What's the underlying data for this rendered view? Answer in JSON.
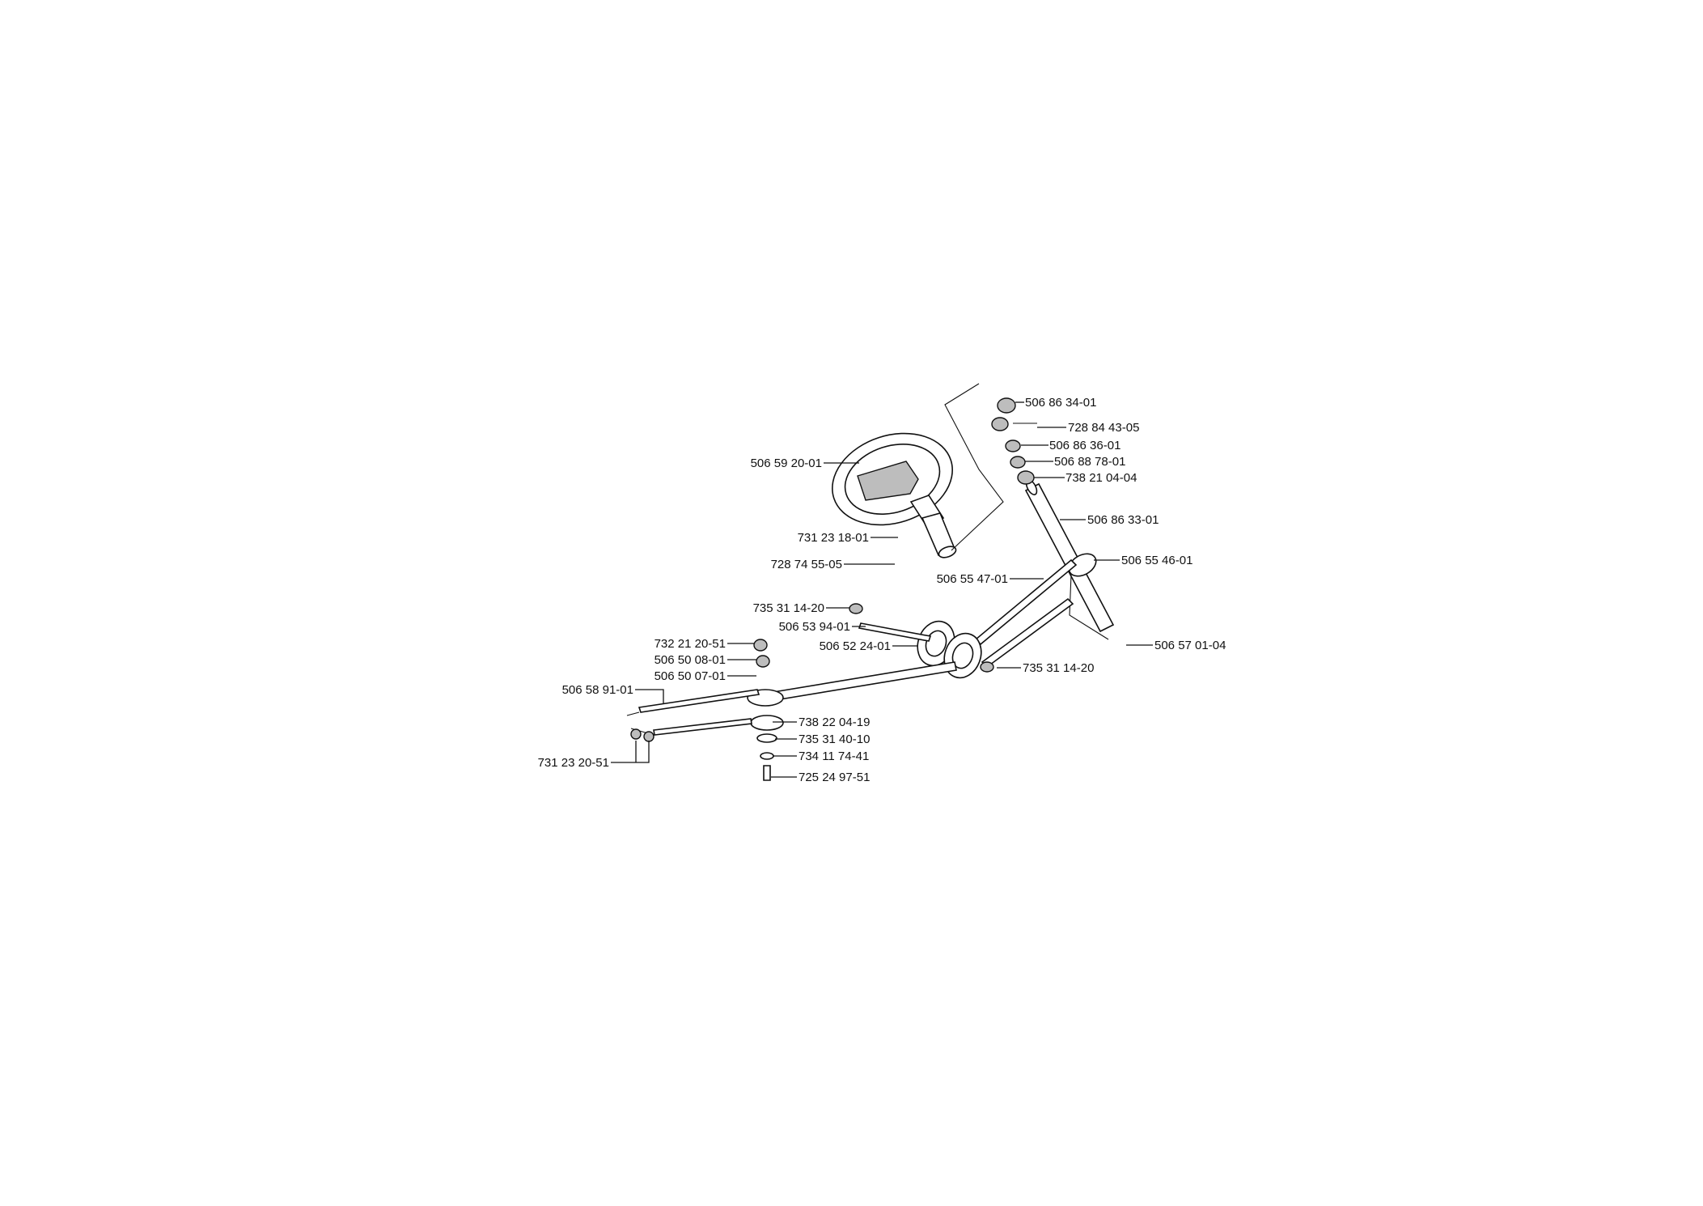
{
  "diagram": {
    "labels": [
      {
        "id": "p1",
        "text": "506 86 34-01"
      },
      {
        "id": "p2",
        "text": "728 84 43-05"
      },
      {
        "id": "p3",
        "text": "506 86 36-01"
      },
      {
        "id": "p4",
        "text": "506 88 78-01"
      },
      {
        "id": "p5",
        "text": "738 21 04-04"
      },
      {
        "id": "p6",
        "text": "506 59 20-01"
      },
      {
        "id": "p7",
        "text": "506 86 33-01"
      },
      {
        "id": "p8",
        "text": "731 23 18-01"
      },
      {
        "id": "p9",
        "text": "506 55 46-01"
      },
      {
        "id": "p10",
        "text": "728 74 55-05"
      },
      {
        "id": "p11",
        "text": "506 55 47-01"
      },
      {
        "id": "p12",
        "text": "735 31 14-20"
      },
      {
        "id": "p13",
        "text": "506 53 94-01"
      },
      {
        "id": "p14",
        "text": "506 52 24-01"
      },
      {
        "id": "p15",
        "text": "506 57 01-04"
      },
      {
        "id": "p16",
        "text": "732 21 20-51"
      },
      {
        "id": "p17",
        "text": "506 50 08-01"
      },
      {
        "id": "p18",
        "text": "735 31 14-20"
      },
      {
        "id": "p19",
        "text": "506 50 07-01"
      },
      {
        "id": "p20",
        "text": "506 58 91-01"
      },
      {
        "id": "p21",
        "text": "738 22 04-19"
      },
      {
        "id": "p22",
        "text": "735 31 40-10"
      },
      {
        "id": "p23",
        "text": "734 11 74-41"
      },
      {
        "id": "p24",
        "text": "731 23 20-51"
      },
      {
        "id": "p25",
        "text": "725 24 97-51"
      }
    ]
  }
}
